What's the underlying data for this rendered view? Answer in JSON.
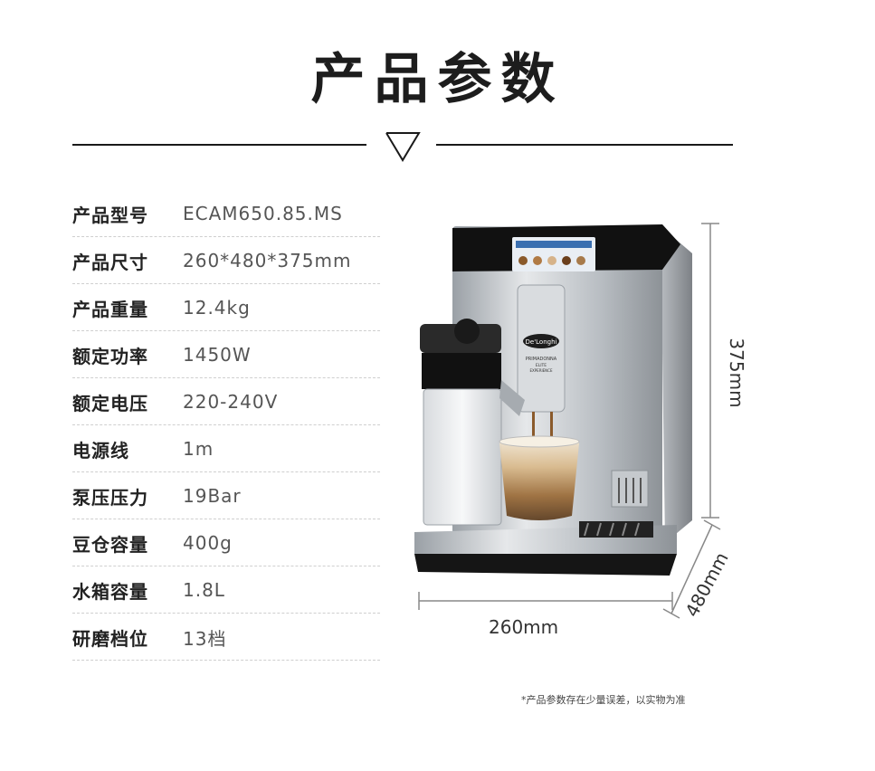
{
  "header": {
    "title": "产品参数"
  },
  "specs": [
    {
      "label": "产品型号",
      "value": "ECAM650.85.MS"
    },
    {
      "label": "产品尺寸",
      "value": "260*480*375mm"
    },
    {
      "label": "产品重量",
      "value": "12.4kg"
    },
    {
      "label": "额定功率",
      "value": "1450W"
    },
    {
      "label": "额定电压",
      "value": "220-240V"
    },
    {
      "label": "电源线",
      "value": "1m"
    },
    {
      "label": "泵压压力",
      "value": "19Bar"
    },
    {
      "label": "豆仓容量",
      "value": "400g"
    },
    {
      "label": "水箱容量",
      "value": "1.8L"
    },
    {
      "label": "研磨档位",
      "value": "13档"
    }
  ],
  "product": {
    "brand": "De'Longhi",
    "model_line": "PRIMADONNA",
    "model_sub": "ELITE",
    "model_edition": "EXPERIENCE"
  },
  "dimensions": {
    "width": "260mm",
    "height": "375mm",
    "depth": "480mm"
  },
  "footnote": "*产品参数存在少量误差，以实物为准"
}
